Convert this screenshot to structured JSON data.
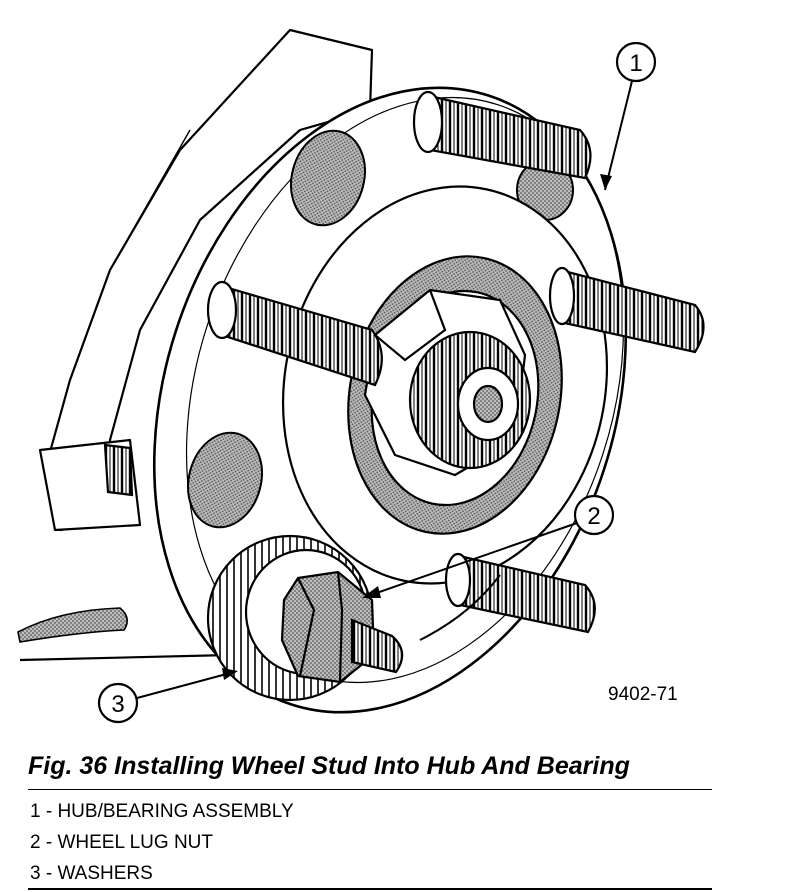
{
  "figure": {
    "reference_number": "9402-71",
    "caption": "Fig. 36 Installing Wheel Stud Into Hub And Bearing",
    "callouts": [
      {
        "number": "1",
        "label": "HUB/BEARING ASSEMBLY"
      },
      {
        "number": "2",
        "label": "WHEEL LUG NUT"
      },
      {
        "number": "3",
        "label": "WASHERS"
      }
    ],
    "legend": [
      "1 - HUB/BEARING ASSEMBLY",
      "2 - WHEEL LUG NUT",
      "3 - WASHERS"
    ]
  },
  "colors": {
    "line": "#000000",
    "shade": "#8a8a8a",
    "background": "#ffffff"
  }
}
